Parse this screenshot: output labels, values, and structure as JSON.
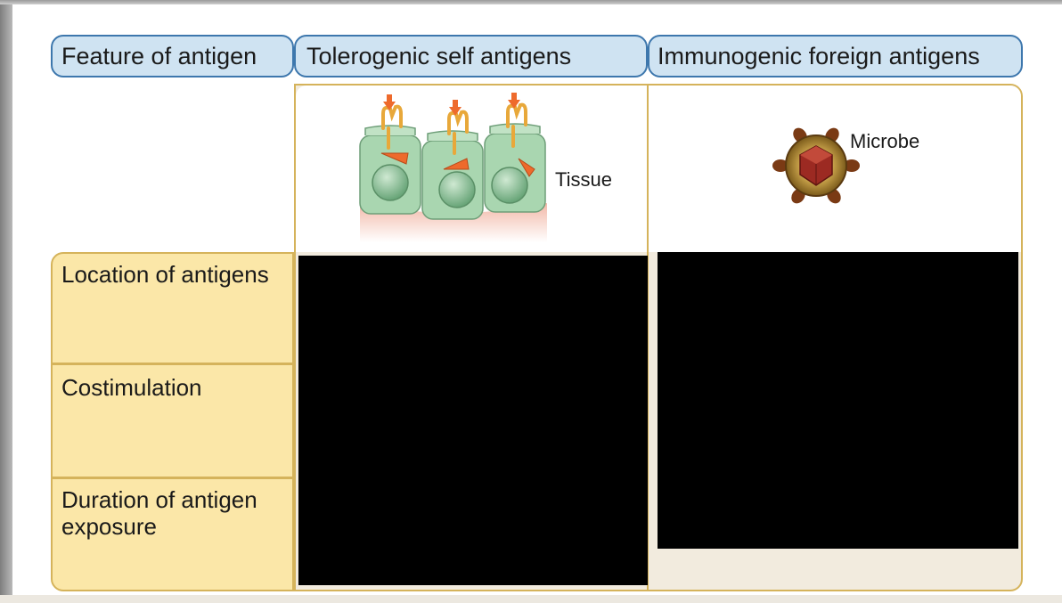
{
  "header": {
    "feature": "Feature of antigen",
    "tolerogenic": "Tolerogenic self antigens",
    "immunogenic": "Immunogenic foreign antigens"
  },
  "rows": {
    "location": "Location of antigens",
    "costimulation": "Costimulation",
    "duration": "Duration of antigen exposure"
  },
  "illustrations": {
    "tissue_label": "Tissue",
    "microbe_label": "Microbe"
  },
  "colors": {
    "header_fill": "#cfe3f2",
    "header_border": "#3d77ad",
    "row_fill": "#fbe7a8",
    "row_border": "#d5b35b",
    "cell_green": "#a9d6b0",
    "antigen_orange": "#ee6a2c",
    "receptor_gold": "#e8a83a",
    "microbe_red": "#9c2a22",
    "microbe_brown": "#7a3a14"
  },
  "icons": [
    "tissue-cells-icon",
    "mhc-receptor-icon",
    "microbe-icon"
  ]
}
